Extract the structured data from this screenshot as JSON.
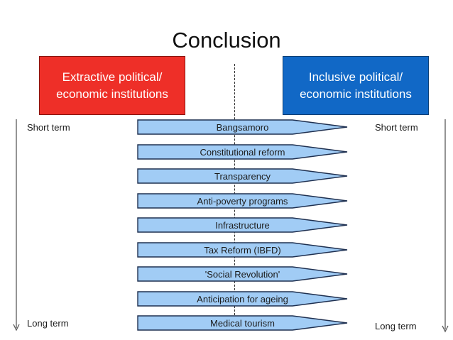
{
  "slide": {
    "title": "Conclusion",
    "left_box": {
      "line1": "Extractive political/",
      "line2": "economic institutions"
    },
    "right_box": {
      "line1": "Inclusive political/",
      "line2": "economic institutions"
    },
    "timeline_left": {
      "top": "Short term",
      "bottom": "Long term"
    },
    "timeline_right": {
      "top": "Short term",
      "bottom": "Long term"
    },
    "arrows": [
      {
        "label": "Bangsamoro"
      },
      {
        "label": "Constitutional reform"
      },
      {
        "label": "Transparency"
      },
      {
        "label": "Anti-poverty programs"
      },
      {
        "label": "Infrastructure"
      },
      {
        "label": "Tax Reform (IBFD)"
      },
      {
        "label": "'Social Revolution'"
      },
      {
        "label": "Anticipation for ageing"
      },
      {
        "label": "Medical tourism"
      }
    ],
    "colors": {
      "extractive_red": "#ee2f28",
      "inclusive_blue": "#1168c6",
      "arrow_fill": "#a1ccf5",
      "arrow_stroke": "#1f3050"
    }
  }
}
